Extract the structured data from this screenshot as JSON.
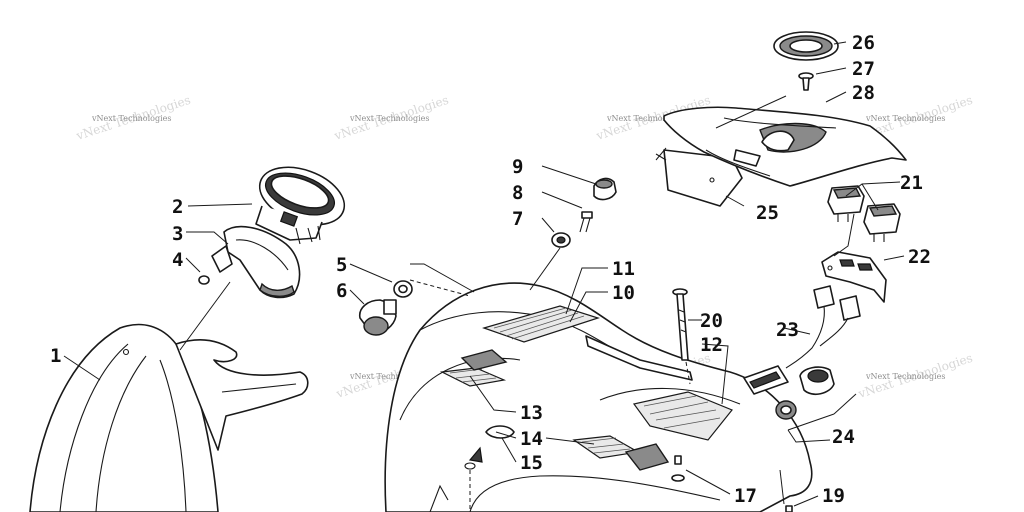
{
  "watermark": {
    "text": "vNext Technologies"
  },
  "callouts": [
    "1",
    "2",
    "3",
    "4",
    "5",
    "6",
    "7",
    "8",
    "9",
    "10",
    "11",
    "12",
    "13",
    "14",
    "15",
    "17",
    "19",
    "20",
    "21",
    "22",
    "23",
    "24",
    "25",
    "26",
    "27",
    "28"
  ]
}
